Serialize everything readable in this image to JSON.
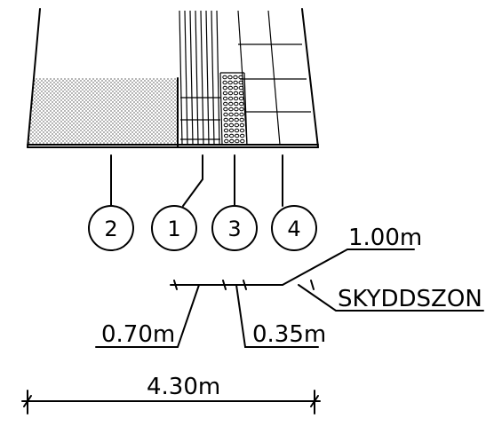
{
  "drawing": {
    "circle_labels": [
      "2",
      "1",
      "3",
      "4"
    ],
    "dimensions": {
      "total_width": "4.30m",
      "left_zone": "0.70m",
      "middle_zone": "0.35m",
      "safety_zone": "1.00m"
    },
    "zone_label": "SKYDDSZON",
    "colors": {
      "line": "#000000",
      "background": "#ffffff"
    }
  }
}
